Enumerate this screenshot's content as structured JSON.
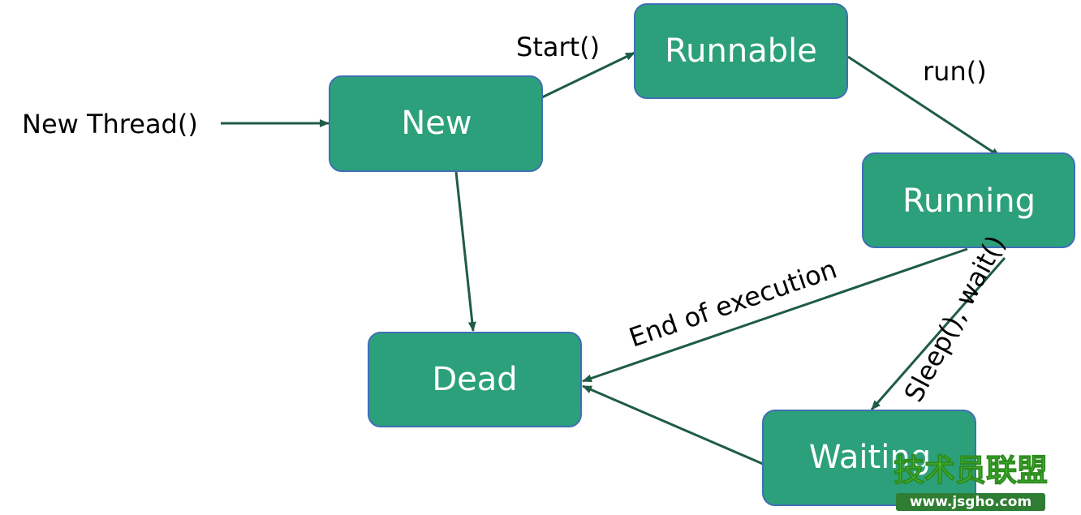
{
  "diagram": {
    "colors": {
      "node_fill": "#2ca07a",
      "node_stroke": "#3f6fb5",
      "node_text": "#ffffff",
      "arrow": "#1f5c45",
      "label_text": "#000000"
    },
    "states": {
      "new": "New",
      "runnable": "Runnable",
      "running": "Running",
      "dead": "Dead",
      "waiting": "Waiting"
    },
    "transitions": {
      "new_thread": "New Thread()",
      "start": "Start()",
      "run": "run()",
      "end_of_execution": "End of execution",
      "sleep_wait": "Sleep(), wait()"
    },
    "watermark": {
      "brand": "技术员联盟",
      "url": "www.jsgho.com"
    }
  }
}
